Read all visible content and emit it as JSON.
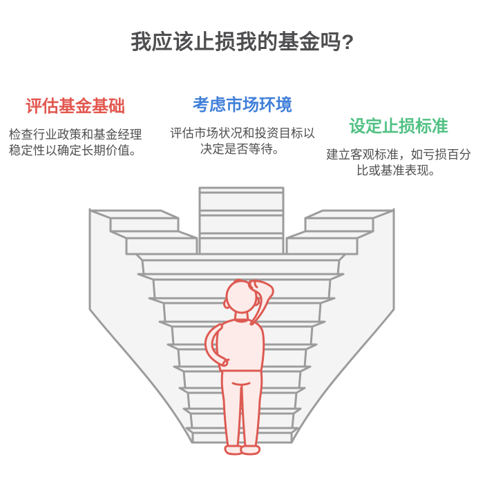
{
  "page": {
    "title": "我应该止损我的基金吗?"
  },
  "columns": [
    {
      "heading": "评估基金基础",
      "body": "检查行业政策和基金经理稳定性以确定长期价值。",
      "heading_color": "#e2574f"
    },
    {
      "heading": "考虑市场环境",
      "body": "评估市场状况和投资目标以决定是否等待。",
      "heading_color": "#407fd9"
    },
    {
      "heading": "设定止损标准",
      "body": "建立客观标准，如亏损百分比或基准表现。",
      "heading_color": "#50c183"
    }
  ],
  "illustration": {
    "subject": "person-scratching-head-before-wide-staircase",
    "colors": {
      "outline_gray": "#9c9c9c",
      "surface_gray": "#f4f4f4",
      "person_outline": "#dd5a52",
      "person_fill": "#fcebe9",
      "title_text": "#4e4e50",
      "body_text": "#4f4f4f"
    }
  }
}
